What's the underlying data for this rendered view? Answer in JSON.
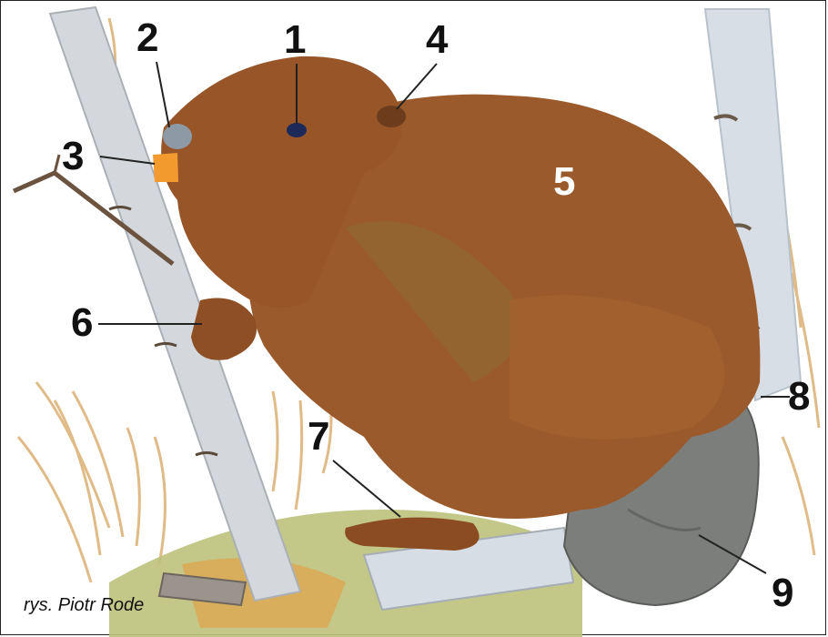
{
  "labels": {
    "l1": "1",
    "l2": "2",
    "l3": "3",
    "l4": "4",
    "l5": "5",
    "l6": "6",
    "l7": "7",
    "l8": "8",
    "l9": "9"
  },
  "credit": "rys. Piotr Rode",
  "colors": {
    "fur": "#9a5a2c",
    "fur_dark": "#7a4420",
    "fur_olive": "#8c6a32",
    "tail": "#7b7d7a",
    "tree_bark": "#d4d8dc",
    "grass": "#d7a866",
    "ground": "#b9c07a"
  }
}
